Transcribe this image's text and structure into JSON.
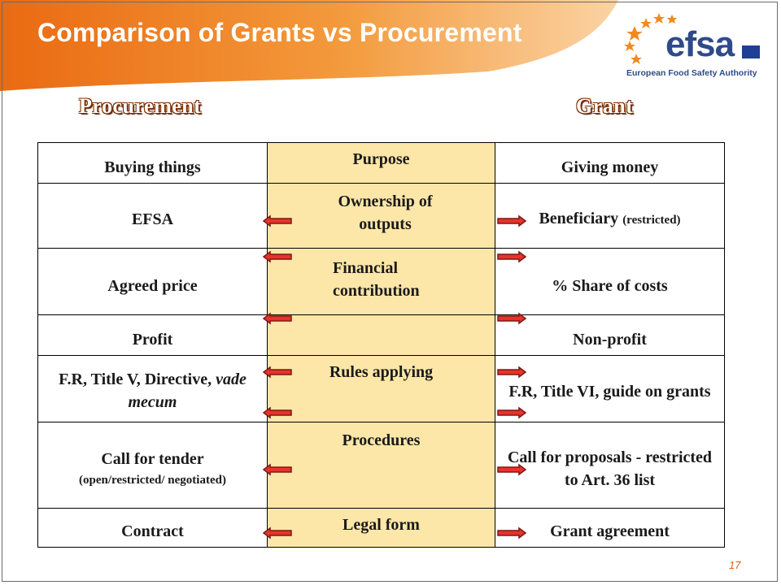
{
  "title": "Comparison of Grants vs Procurement",
  "logo": {
    "word": "efsa",
    "subtitle": "European Food Safety Authority"
  },
  "columns": {
    "left": "Procurement",
    "right": "Grant"
  },
  "rows": [
    {
      "left": "Buying things",
      "mid": "Purpose",
      "right": "Giving money"
    },
    {
      "left": "EFSA",
      "mid": "Ownership of outputs",
      "right": "Beneficiary",
      "right_small": "(restricted)"
    },
    {
      "left": "Agreed price",
      "mid": "Financial contribution",
      "right": "% Share of costs"
    },
    {
      "left": "Profit",
      "mid": "",
      "right": "Non-profit"
    },
    {
      "left": "F.R, Title V, Directive,",
      "left_italic": "vade mecum",
      "mid": "Rules applying",
      "right": "F.R, Title VI, guide on grants"
    },
    {
      "left": "Call for tender",
      "left_small": "(open/restricted/  negotiated)",
      "mid": "Procedures",
      "right": "Call for proposals - restricted to Art. 36 list"
    },
    {
      "left": "Contract",
      "mid": "Legal form",
      "right": "Grant agreement"
    }
  ],
  "page_number": "17",
  "colors": {
    "orange": "#ef7d1a",
    "table_mid": "#fde7a8",
    "arrow_red": "#e8322a",
    "logo_blue": "#2f4a8a"
  }
}
